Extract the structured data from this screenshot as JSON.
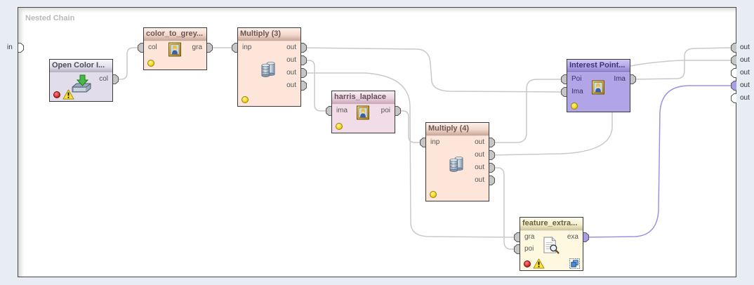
{
  "process": {
    "title": "Nested Chain",
    "inner_sources": [
      {
        "label": "in",
        "connected": false
      }
    ],
    "inner_sinks": [
      {
        "label": "out",
        "connected": true,
        "fill": "gray"
      },
      {
        "label": "out",
        "connected": true,
        "fill": "gray"
      },
      {
        "label": "out",
        "connected": false,
        "fill": "white"
      },
      {
        "label": "out",
        "connected": true,
        "fill": "purple"
      },
      {
        "label": "out",
        "connected": false,
        "fill": "white"
      }
    ]
  },
  "operators": {
    "open_color_image": {
      "title": "Open Color I...",
      "inputs": [],
      "outputs": [
        "col"
      ],
      "icon": "import-icon",
      "status_indicator": "red",
      "warning": true
    },
    "color_to_grey": {
      "title": "color_to_grey...",
      "inputs": [
        "col"
      ],
      "outputs": [
        "gra"
      ],
      "icon": "image-icon",
      "status_indicator": "yellow",
      "warning": false
    },
    "multiply_3": {
      "title": "Multiply (3)",
      "inputs": [
        "inp"
      ],
      "outputs": [
        "out",
        "out",
        "out",
        "out"
      ],
      "icon": "database-icon",
      "status_indicator": "yellow",
      "warning": false
    },
    "harris_laplace": {
      "title": "harris_laplace",
      "inputs": [
        "ima"
      ],
      "outputs": [
        "poi"
      ],
      "icon": "image-icon",
      "status_indicator": "yellow",
      "warning": false
    },
    "multiply_4": {
      "title": "Multiply (4)",
      "inputs": [
        "inp"
      ],
      "outputs": [
        "out",
        "out",
        "out",
        "out"
      ],
      "icon": "database-icon",
      "status_indicator": "yellow",
      "warning": false
    },
    "interest_points": {
      "title": "Interest Point...",
      "inputs": [
        "Poi",
        "Ima"
      ],
      "outputs": [
        "Ima"
      ],
      "icon": "image-icon",
      "status_indicator": "yellow",
      "warning": false
    },
    "feature_extraction": {
      "title": "feature_extra...",
      "inputs": [
        "gra",
        "poi"
      ],
      "outputs": [
        "exa"
      ],
      "icon": "document-search-icon",
      "status_indicator": "red",
      "warning": true,
      "has_subprocess": true
    }
  },
  "connections": [
    {
      "from": "Open Color I.../col",
      "to": "color_to_grey.../col"
    },
    {
      "from": "color_to_grey.../gra",
      "to": "Multiply (3)/inp"
    },
    {
      "from": "Multiply (3)/out1",
      "to": "Interest Point.../Ima"
    },
    {
      "from": "Multiply (3)/out2",
      "to": "harris_laplace/ima"
    },
    {
      "from": "Multiply (3)/out3",
      "to": "feature_extra.../gra"
    },
    {
      "from": "harris_laplace/poi",
      "to": "Multiply (4)/inp"
    },
    {
      "from": "Multiply (4)/out1",
      "to": "Interest Point.../Poi"
    },
    {
      "from": "Multiply (4)/out2",
      "to": "Nested Chain/out2"
    },
    {
      "from": "Multiply (4)/out3",
      "to": "feature_extra.../poi"
    },
    {
      "from": "Interest Point.../Ima",
      "to": "Nested Chain/out1"
    },
    {
      "from": "feature_extra.../exa",
      "to": "Nested Chain/out4",
      "type": "example-set"
    }
  ],
  "colors": {
    "wire": "#c9c9c9",
    "example_wire": "#9d92e2"
  }
}
